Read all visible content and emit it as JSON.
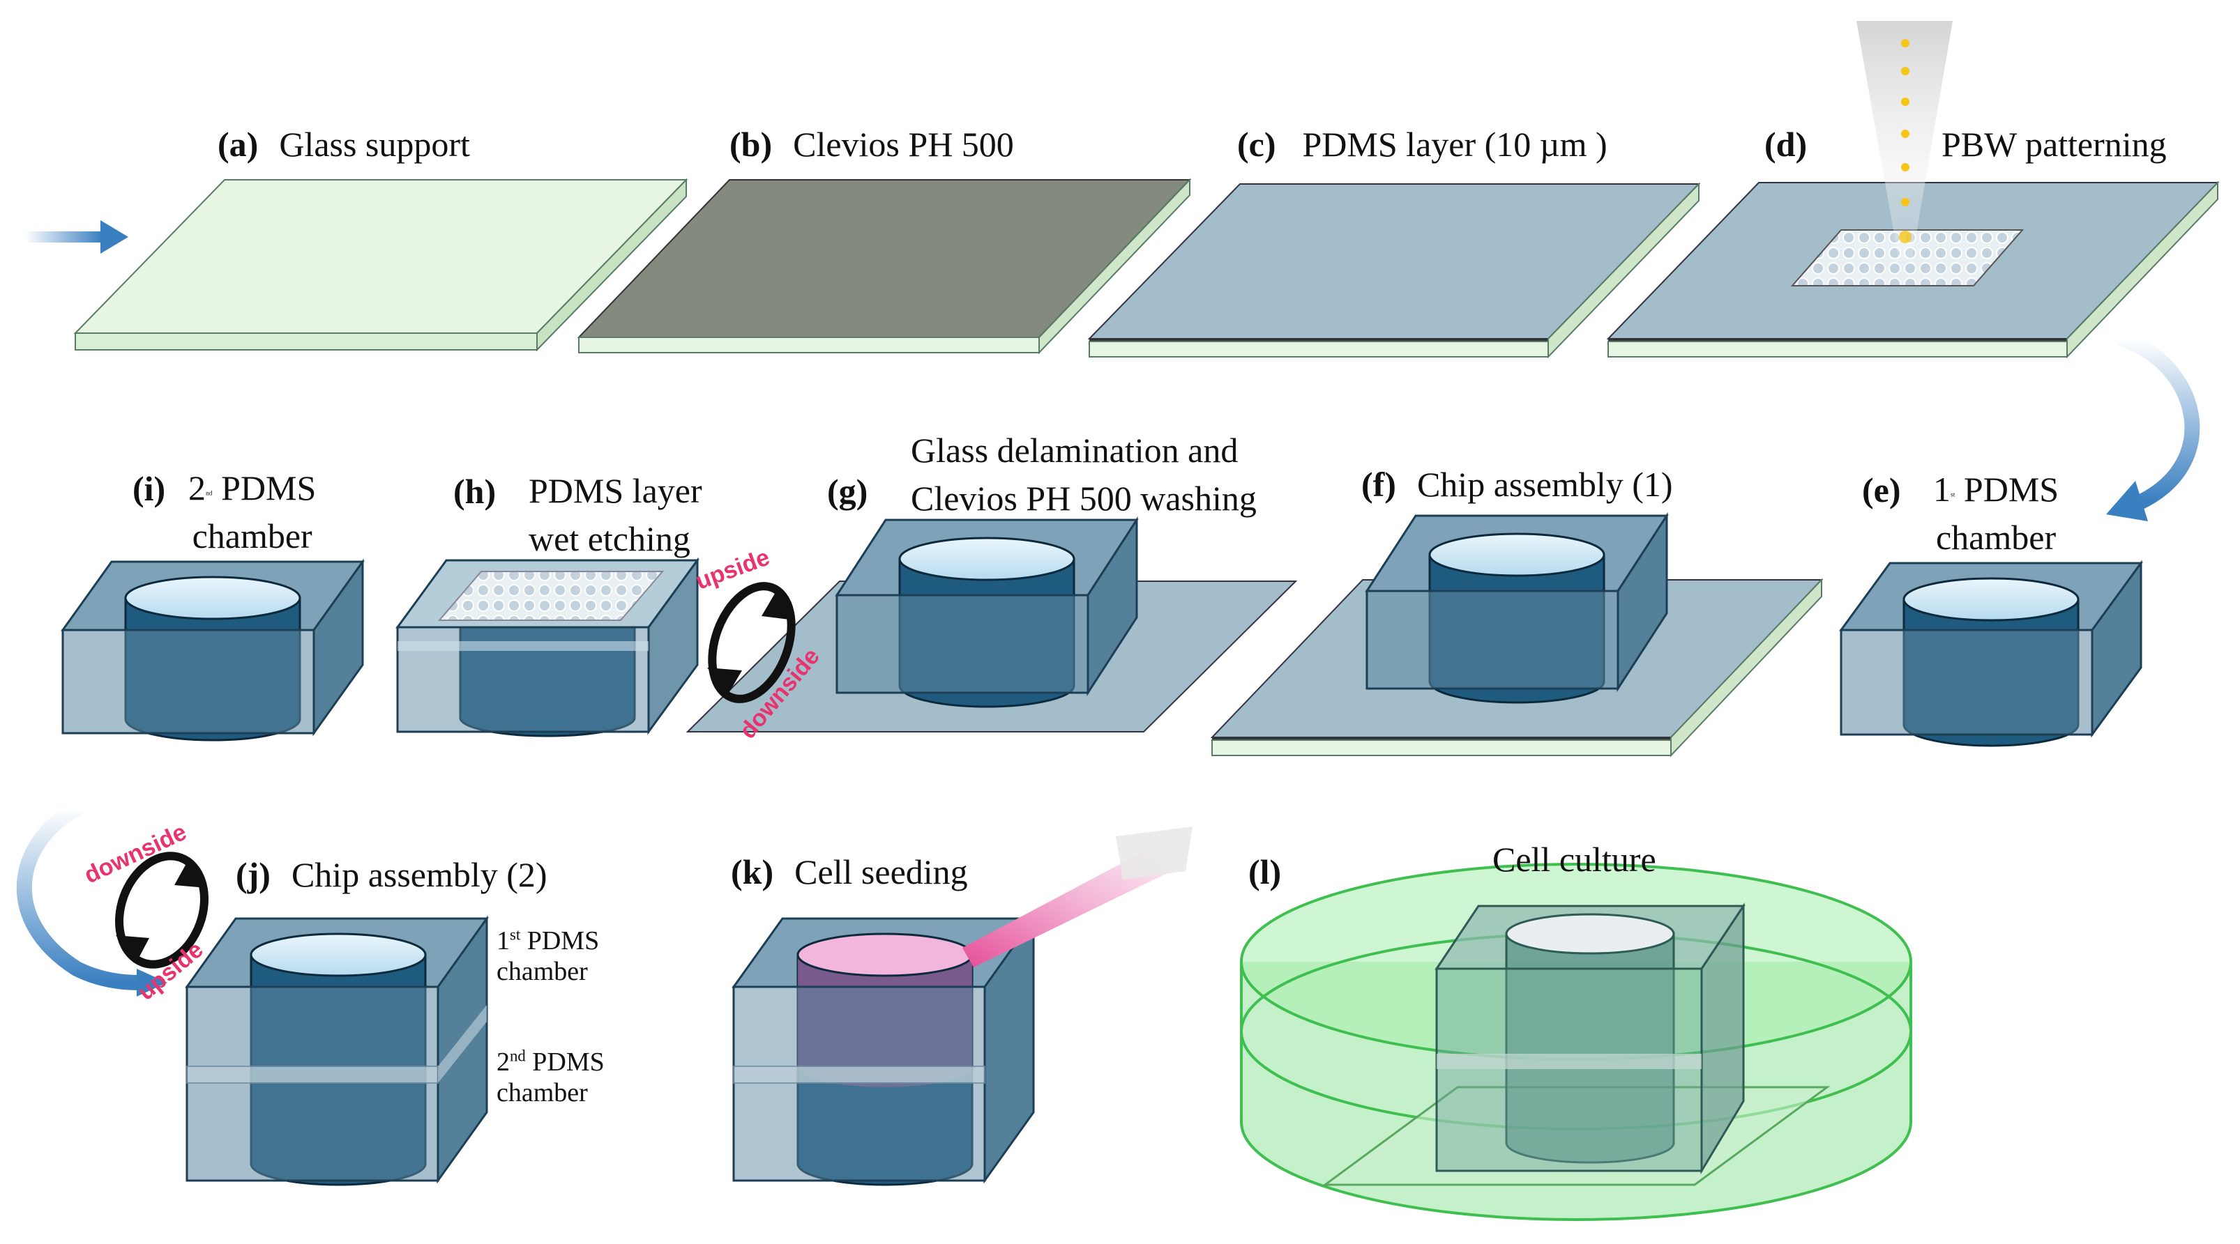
{
  "steps": {
    "a": {
      "key": "(a)",
      "text": "Glass support"
    },
    "b": {
      "key": "(b)",
      "text": "Clevios PH 500"
    },
    "c": {
      "key": "(c)",
      "text": "PDMS layer (10 µm )"
    },
    "d": {
      "key": "(d)",
      "text": "PBW patterning"
    },
    "e": {
      "key": "(e)",
      "ord": "1",
      "sup": "st",
      "line1": " PDMS",
      "line2": "chamber"
    },
    "f": {
      "key": "(f)",
      "text": "Chip assembly (1)"
    },
    "g": {
      "key": "(g)",
      "line1": "Glass delamination and",
      "line2": "Clevios PH 500 washing"
    },
    "h": {
      "key": "(h)",
      "line1": "PDMS layer",
      "line2": "wet etching"
    },
    "i": {
      "key": "(i)",
      "ord": "2",
      "sup": "nd",
      "line1": " PDMS",
      "line2": "chamber"
    },
    "j": {
      "key": "(j)",
      "text": "Chip assembly (2)",
      "top_label": {
        "ord": "1",
        "sup": "st",
        "line1": " PDMS",
        "line2": "chamber"
      },
      "bottom_label": {
        "ord": "2",
        "sup": "nd",
        "line1": " PDMS",
        "line2": "chamber"
      }
    },
    "k": {
      "key": "(k)",
      "text": "Cell seeding"
    },
    "l": {
      "key": "(l)",
      "text": "Cell culture"
    }
  },
  "flip_labels": {
    "upside": "upside",
    "downside": "downside"
  },
  "colors": {
    "glass": "#e6f6e2",
    "clevios": "#858a7f",
    "pdms": "#a3bdcb",
    "chamber": "#5f8aa3",
    "well": "#1f5a7f",
    "well_top": "#d8ecf6",
    "arrow": "#3a7fc0",
    "flip_text": "#e8336e",
    "dish": "#7fe08a",
    "dish_edge": "#3fbf4f",
    "beam": "#f5c518",
    "pipette": "#f06fb0"
  },
  "icons": [
    "process-arrow-icon",
    "beam-icon",
    "pipette-icon",
    "flip-cycle-icon"
  ]
}
